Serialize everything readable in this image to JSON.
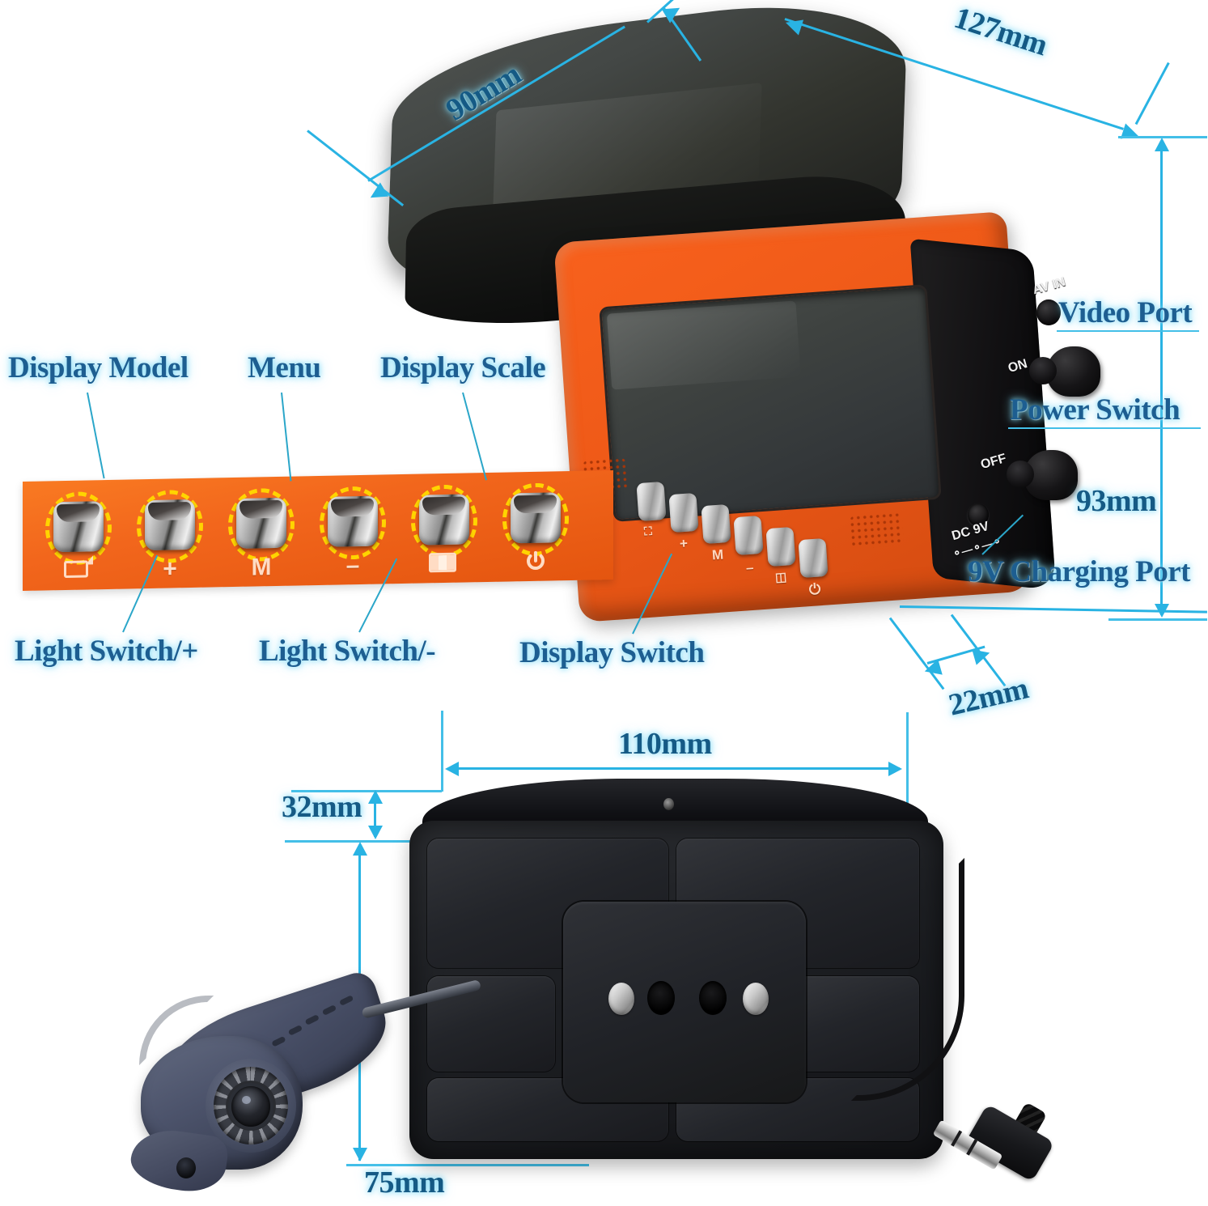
{
  "diagram": {
    "title": "Underwater Fishing Camera Monitor Dimension Diagram",
    "accent_line_color": "#29b3e3",
    "label_text_color": "#1d5e91",
    "body_color": "#f2661c",
    "ring_highlight_color": "#ffd400"
  },
  "dimensions": {
    "hood_width": "127mm",
    "hood_depth": "90mm",
    "monitor_height": "93mm",
    "monitor_thickness": "22mm",
    "rear_width": "110mm",
    "rear_hood_height": "32mm",
    "rear_body_height": "75mm"
  },
  "callouts": {
    "top_labels": [
      {
        "label": "Display Model"
      },
      {
        "label": "Menu"
      },
      {
        "label": "Display Scale"
      }
    ],
    "bottom_labels": [
      {
        "label": "Light Switch/+"
      },
      {
        "label": "Light Switch/-"
      },
      {
        "label": "Display Switch"
      }
    ],
    "right_labels": [
      {
        "label": "Video Port"
      },
      {
        "label": "Power Switch"
      },
      {
        "label": "9V Charging Port"
      }
    ]
  },
  "device_markings": {
    "av_in": "AV IN",
    "switch_on": "ON",
    "switch_off": "OFF",
    "dc_jack": "DC 9V"
  },
  "button_strip": {
    "buttons": [
      {
        "icon": "display-mode-icon",
        "glyph": "",
        "function": "Display Model"
      },
      {
        "icon": "plus-icon",
        "glyph": "+",
        "function": "Light Switch/+"
      },
      {
        "icon": "menu-m-icon",
        "glyph": "M",
        "function": "Menu"
      },
      {
        "icon": "minus-icon",
        "glyph": "–",
        "function": "Light Switch/-"
      },
      {
        "icon": "split-screen-icon",
        "glyph": "",
        "function": "Display Scale"
      },
      {
        "icon": "power-icon",
        "glyph": "⏻",
        "function": "Display Switch"
      }
    ]
  }
}
